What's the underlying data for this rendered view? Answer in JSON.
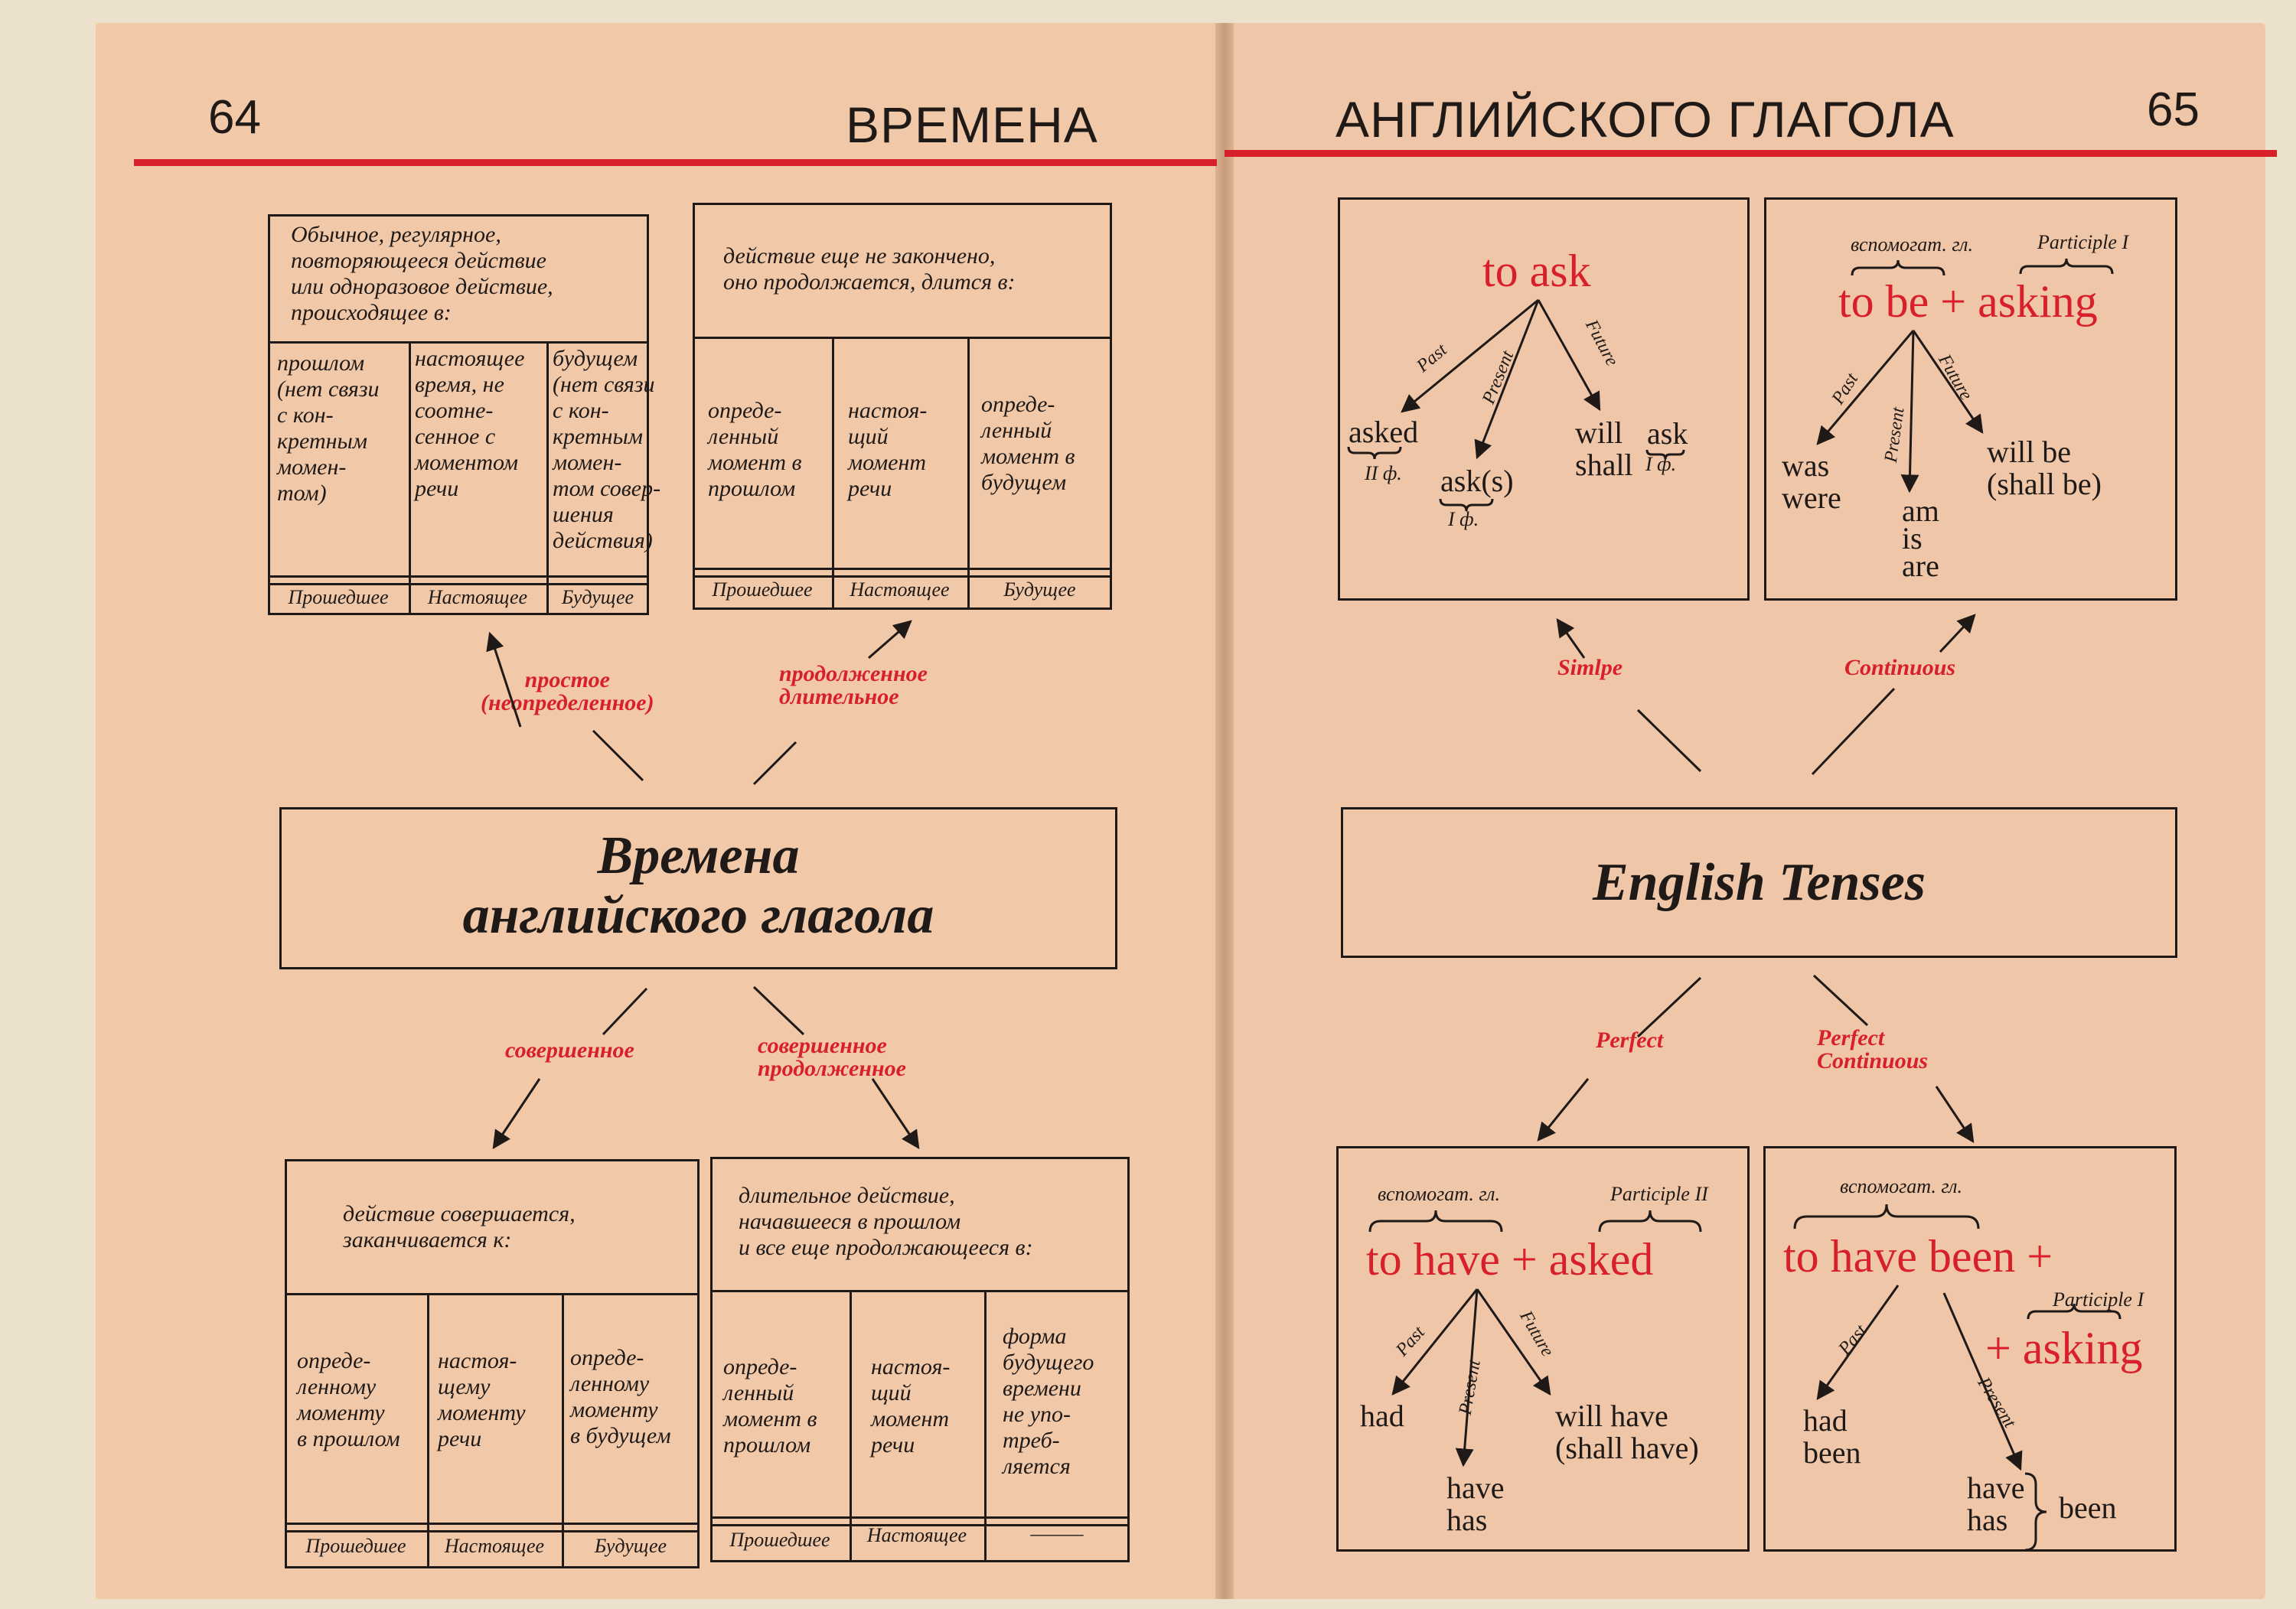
{
  "left_page": {
    "page_number": "64",
    "header_title": "ВРЕМЕНА",
    "box_simple": {
      "intro": [
        "Обычное, регулярное,",
        "повторяющееся действие",
        "или одноразовое действие,",
        "происходящее в:"
      ],
      "columns": [
        [
          "прошлом",
          "(нет связи",
          "с кон-",
          "кретным",
          "момен-",
          "том)"
        ],
        [
          "настоящее",
          "время, не",
          "соотне-",
          "сенное с",
          "моментом",
          "речи"
        ],
        [
          "будущем",
          "(нет связи",
          "с кон-",
          "кретным",
          "момен-",
          "том совер-",
          "шения",
          "действия)"
        ]
      ],
      "footers": [
        "Прошедшее",
        "Настоящее",
        "Будущее"
      ]
    },
    "box_continuous": {
      "intro": [
        "действие еще не закончено,",
        "оно продолжается, длится в:"
      ],
      "columns": [
        [
          "опреде-",
          "ленный",
          "момент в",
          "прошлом"
        ],
        [
          "настоя-",
          "щий",
          "момент",
          "речи"
        ],
        [
          "опреде-",
          "ленный",
          "момент в",
          "будущем"
        ]
      ],
      "footers": [
        "Прошедшее",
        "Настоящее",
        "Будущее"
      ]
    },
    "label_simple": [
      "простое",
      "(неопределенное)"
    ],
    "label_continuous": [
      "продолженное",
      "длительное"
    ],
    "center_title": [
      "Времена",
      "английского глагола"
    ],
    "label_perfect": "совершенное",
    "label_perfect_continuous": [
      "совершенное",
      "продолженное"
    ],
    "box_perfect": {
      "intro": [
        "действие совершается,",
        "заканчивается к:"
      ],
      "columns": [
        [
          "опреде-",
          "ленному",
          "моменту",
          "в прошлом"
        ],
        [
          "настоя-",
          "щему",
          "моменту",
          "речи"
        ],
        [
          "опреде-",
          "ленному",
          "моменту",
          "в будущем"
        ]
      ],
      "footers": [
        "Прошедшее",
        "Настоящее",
        "Будущее"
      ]
    },
    "box_perfect_continuous": {
      "intro": [
        "длительное действие,",
        "начавшееся в прошлом",
        "и все еще продолжающееся в:"
      ],
      "columns": [
        [
          "опреде-",
          "ленный",
          "момент в",
          "прошлом"
        ],
        [
          "настоя-",
          "щий",
          "момент",
          "речи"
        ],
        [
          "форма",
          "будущего",
          "времени",
          "не упо-",
          "треб-",
          "ляется"
        ]
      ],
      "footers": [
        "Прошедшее",
        "Настоящее",
        "———"
      ]
    }
  },
  "right_page": {
    "page_number": "65",
    "header_title": "АНГЛИЙСКОГО ГЛАГОЛА",
    "center_title": "English Tenses",
    "label_simple": "Simlpe",
    "label_continuous": "Continuous",
    "label_perfect": "Perfect",
    "label_perfect_continuous": [
      "Perfect",
      "Continuous"
    ],
    "simple_box": {
      "formula": "to ask",
      "branches": [
        "Past",
        "Present",
        "Future"
      ],
      "past": "asked",
      "past_note": "II ф.",
      "present": "ask(s)",
      "present_note": "I ф.",
      "future": [
        "will",
        "shall"
      ],
      "future_verb": "ask",
      "future_note": "I ф."
    },
    "continuous_box": {
      "aux_note": "вспомогат. гл.",
      "participle_note": "Participle I",
      "formula": "to be + asking",
      "branches": [
        "Past",
        "Present",
        "Future"
      ],
      "past": [
        "was",
        "were"
      ],
      "present": [
        "am",
        "is",
        "are"
      ],
      "future": [
        "will be",
        "(shall be)"
      ]
    },
    "perfect_box": {
      "aux_note": "вспомогат. гл.",
      "participle_note": "Participle II",
      "formula": "to have + asked",
      "branches": [
        "Past",
        "Present",
        "Future"
      ],
      "past": "had",
      "present": [
        "have",
        "has"
      ],
      "future": [
        "will have",
        "(shall have)"
      ]
    },
    "perfect_continuous_box": {
      "aux_note": "вспомогат. гл.",
      "formula_line1": "to have been +",
      "participle_note": "Participle I",
      "formula_line2": "+ asking",
      "branches": [
        "Past",
        "Present"
      ],
      "past": [
        "had",
        "been"
      ],
      "present": [
        "have",
        "has"
      ],
      "present_tail": "been"
    }
  }
}
